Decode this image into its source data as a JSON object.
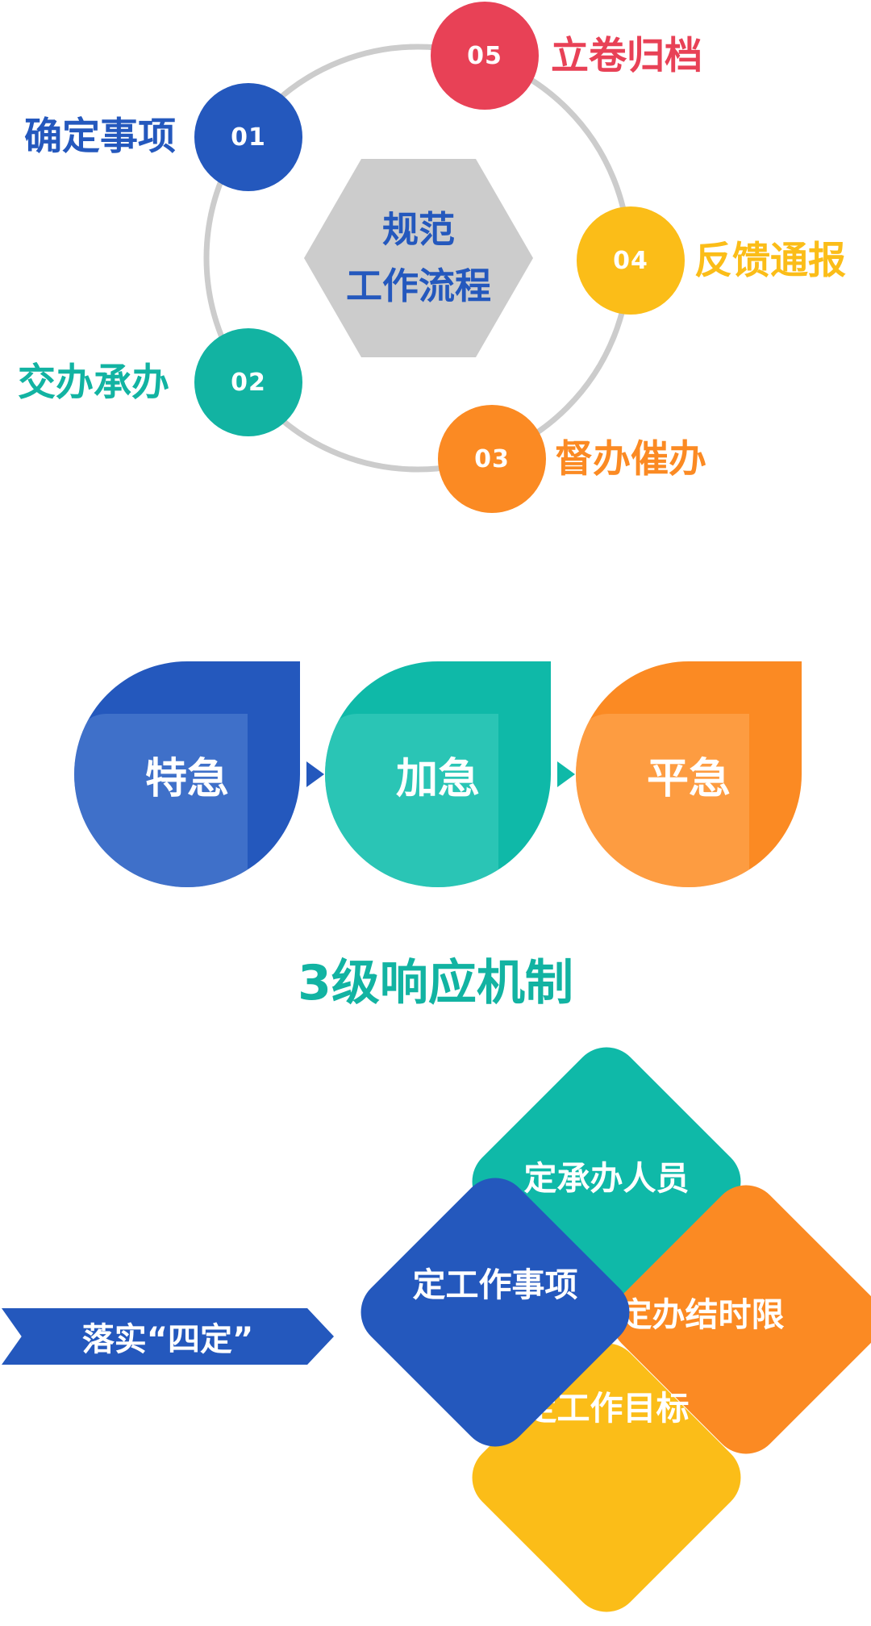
{
  "workflow": {
    "center_line1": "规范",
    "center_line2": "工作流程",
    "steps": [
      {
        "number": "01",
        "label": "确定事项",
        "color": "#2458bd"
      },
      {
        "number": "02",
        "label": "交办承办",
        "color": "#12b3a2"
      },
      {
        "number": "03",
        "label": "督办催办",
        "color": "#fb8a23"
      },
      {
        "number": "04",
        "label": "反馈通报",
        "color": "#fbbd18"
      },
      {
        "number": "05",
        "label": "立卷归档",
        "color": "#e84156"
      }
    ],
    "ring_color": "#cccccc"
  },
  "response": {
    "levels": [
      {
        "label": "特急",
        "color": "#2458bd",
        "inner_color": "#5a87d6"
      },
      {
        "label": "加急",
        "color": "#0fb9a8",
        "inner_color": "#46d1c2"
      },
      {
        "label": "平急",
        "color": "#fb8a23",
        "inner_color": "#ffad5f"
      }
    ],
    "title": "3级响应机制",
    "arrow_colors": [
      "#2458bd",
      "#0fb9a8"
    ]
  },
  "four_fixes": {
    "banner": "落实“四定”",
    "items": {
      "top": {
        "label": "定承办人员",
        "color": "#0fb9a8"
      },
      "left": {
        "label": "定工作事项",
        "color": "#2458bd"
      },
      "right": {
        "label": "定办结时限",
        "color": "#fb8a23"
      },
      "bottom": {
        "label": "定工作目标",
        "color": "#fbbd18"
      }
    }
  }
}
